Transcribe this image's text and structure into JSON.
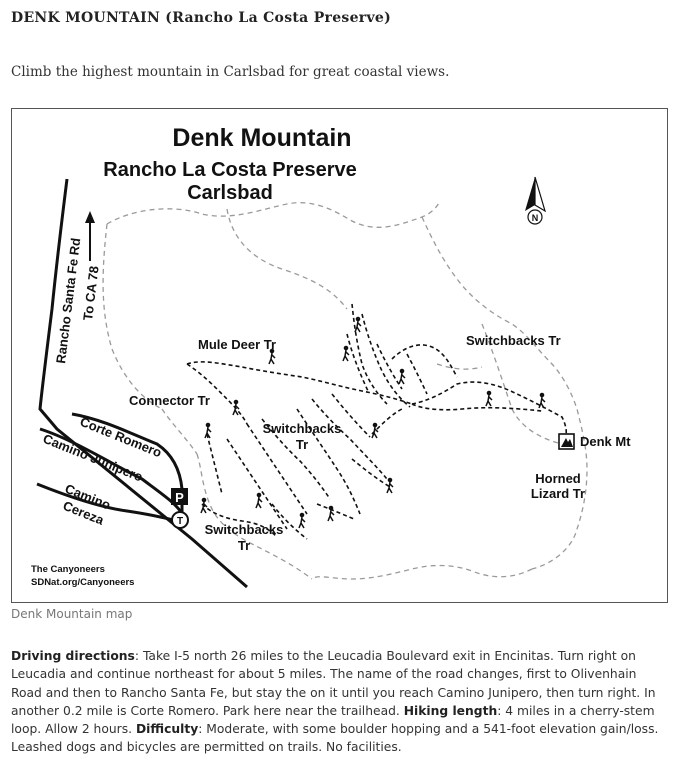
{
  "page": {
    "title": "DENK MOUNTAIN (Rancho La Costa Preserve)",
    "intro": "Climb the highest mountain in Carlsbad for great coastal views.",
    "caption": "Denk Mountain map"
  },
  "map": {
    "title": "Denk Mountain",
    "subtitle1": "Rancho La Costa Preserve",
    "subtitle2": "Carlsbad",
    "north_label": "N",
    "roads": {
      "rancho_santa_fe": "Rancho Santa Fe Rd",
      "to_ca78": "To CA 78",
      "corte_romero": "Corte Romero",
      "camino_junipero": "Camino Junipero",
      "camino_cereza_1": "Camino",
      "camino_cereza_2": "Cereza"
    },
    "trails": {
      "mule_deer": "Mule Deer Tr",
      "connector": "Connector Tr",
      "switchbacks_center_1": "Switchbacks",
      "switchbacks_center_2": "Tr",
      "switchbacks_right": "Switchbacks Tr",
      "switchbacks_bottom_1": "Switchbacks",
      "switchbacks_bottom_2": "Tr",
      "horned_lizard_1": "Horned",
      "horned_lizard_2": "Lizard Tr",
      "denk_mt": "Denk Mt"
    },
    "parking_label": "P",
    "trailhead_label": "T",
    "credit1": "The Canyoneers",
    "credit2": "SDNat.org/Canyoneers"
  },
  "details": {
    "driving_label": "Driving directions",
    "driving_text": ": Take I-5 north 26 miles to the Leucadia Boulevard exit in Encinitas. Turn right on Leucadia and continue northeast for about 5 miles. The name of the road changes, first to Olivenhain Road and then to Rancho Santa Fe, but stay the on it until you reach Camino Junipero, then turn right. In another 0.2 mile is Corte Romero. Park here near the trailhead. ",
    "hiking_label": "Hiking length",
    "hiking_text": ": 4 miles in a cherry-stem loop. Allow 2 hours. ",
    "difficulty_label": "Difficulty",
    "difficulty_text": ": Moderate, with some boulder hopping and a 541-foot elevation gain/loss. Leashed dogs and bicycles are permitted on trails. No facilities."
  }
}
